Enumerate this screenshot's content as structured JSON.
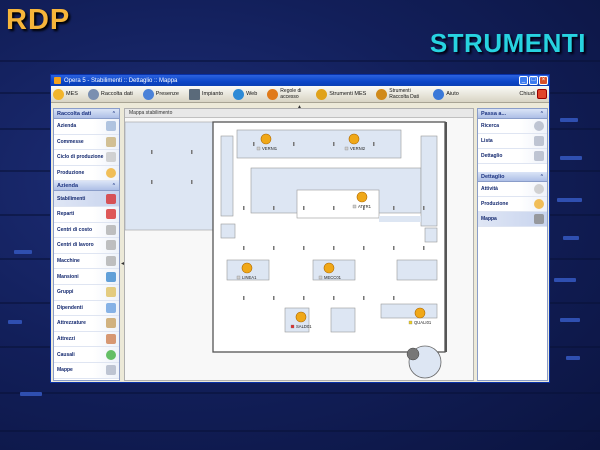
{
  "slide": {
    "title_left": "RDP",
    "title_right": "STRUMENTI",
    "colors": {
      "left_title": "#f6b53a",
      "right_title": "#27d3e0",
      "background": "#13205c"
    }
  },
  "window": {
    "title": "Opera 5 - Stabilimenti :: Dettaglio :: Mappa",
    "minimize_icon": "minimize-icon",
    "maximize_icon": "maximize-icon",
    "close_icon": "close-icon"
  },
  "toolbar": {
    "items": [
      {
        "label": "MES",
        "icon": "mes-icon",
        "color": "#f2b52c"
      },
      {
        "label": "Raccolta dati",
        "icon": "gears-icon",
        "color": "#7a8fb0"
      },
      {
        "label": "Presenze",
        "icon": "people-icon",
        "color": "#4b82d8"
      },
      {
        "label": "Impianto",
        "icon": "monitor-icon",
        "color": "#5a6a7a"
      },
      {
        "label": "Web",
        "icon": "globe-icon",
        "color": "#2d8ad6"
      },
      {
        "label": "Regole di accesso",
        "icon": "key-icon",
        "color": "#e07a1a"
      },
      {
        "label": "Strumenti MES",
        "icon": "tools-icon",
        "color": "#e0a21a"
      },
      {
        "label": "Strumenti Raccolta Dati",
        "icon": "tools-icon",
        "color": "#d08a1a"
      },
      {
        "label": "Aiuto",
        "icon": "help-icon",
        "color": "#3a78d8"
      }
    ],
    "exit_label": "Chiudi"
  },
  "left_panel": {
    "section1": {
      "title": "Raccolta dati",
      "items": [
        {
          "label": "Azienda",
          "color": "#9fb6d8"
        },
        {
          "label": "Commesse",
          "color": "#c9b27a"
        },
        {
          "label": "Ciclo di produzione",
          "color": "#c8c8c8"
        },
        {
          "label": "Produzione",
          "color": "#f0b030"
        }
      ]
    },
    "section2": {
      "title": "Azienda",
      "items": [
        {
          "label": "Stabilimenti",
          "color": "#d83030",
          "selected": true
        },
        {
          "label": "Reparti",
          "color": "#d83030"
        },
        {
          "label": "Centri di costo",
          "color": "#b0b0b0"
        },
        {
          "label": "Centri di lavoro",
          "color": "#b0b0b0"
        },
        {
          "label": "Macchine",
          "color": "#b0b0b0"
        },
        {
          "label": "Mansioni",
          "color": "#3c8ad0"
        },
        {
          "label": "Gruppi",
          "color": "#e0c060"
        },
        {
          "label": "Dipendenti",
          "color": "#6aa0e0"
        },
        {
          "label": "Attrezzature",
          "color": "#c8a060"
        },
        {
          "label": "Attrezzi",
          "color": "#d08050"
        },
        {
          "label": "Causali",
          "color": "#40b040"
        },
        {
          "label": "Mappe",
          "color": "#b0b8c8"
        }
      ]
    }
  },
  "center": {
    "header": "Mappa stabilimento",
    "machines": [
      {
        "label": "VERNI1",
        "status_color": "#d0d0d0"
      },
      {
        "label": "VERNI2",
        "status_color": "#d0d0d0"
      },
      {
        "label": "ATTR1",
        "status_color": "#d0d0d0"
      },
      {
        "label": "LINEA1",
        "status_color": "#d0d0d0"
      },
      {
        "label": "MECC01",
        "status_color": "#d0d0d0"
      },
      {
        "label": "SALD01",
        "status_color": "#e03030"
      },
      {
        "label": "QUALI01",
        "status_color": "#f0d020"
      }
    ]
  },
  "right_panel": {
    "section1": {
      "title": "Passa a...",
      "items": [
        {
          "label": "Ricerca",
          "color": "#b0b8c8"
        },
        {
          "label": "Lista",
          "color": "#b0b8c8"
        },
        {
          "label": "Dettaglio",
          "color": "#b0b8c8"
        }
      ]
    },
    "section2": {
      "title": "Dettaglio",
      "items": [
        {
          "label": "Attività",
          "color": "#c8c8c8"
        },
        {
          "label": "Produzione",
          "color": "#f0b030"
        },
        {
          "label": "Mappa",
          "color": "#888888",
          "selected": true
        }
      ]
    }
  }
}
